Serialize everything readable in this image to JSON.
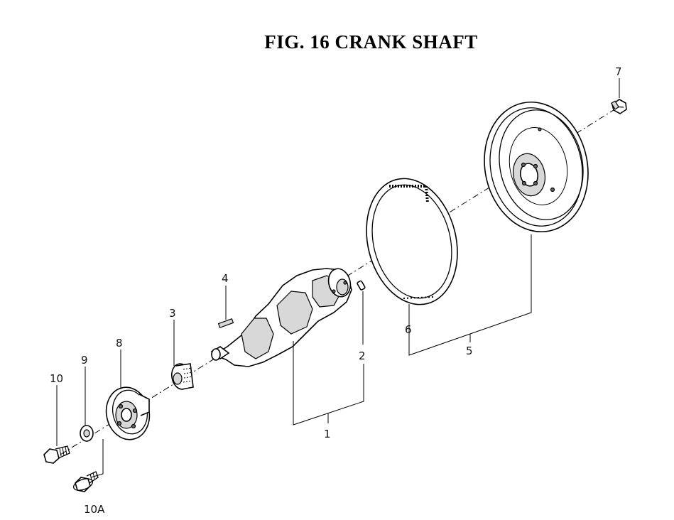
{
  "figure": {
    "title": "FIG. 16  CRANK SHAFT"
  },
  "callouts": {
    "c1": "1",
    "c2": "2",
    "c3": "3",
    "c4": "4",
    "c5": "5",
    "c6": "6",
    "c7": "7",
    "c8": "8",
    "c9": "9",
    "c10": "10",
    "c10a": "10A"
  }
}
